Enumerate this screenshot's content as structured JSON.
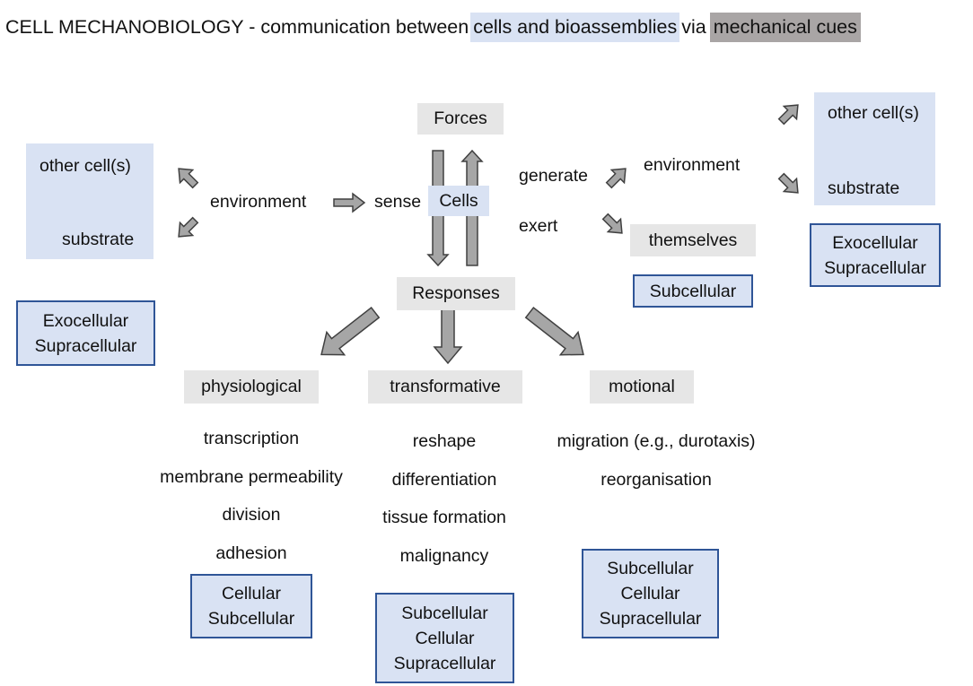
{
  "title": {
    "prefix": "CELL MECHANOBIOLOGY  - communication between",
    "highlight_blue": "cells and bioassemblies",
    "connector": "via",
    "highlight_grey": "mechanical cues"
  },
  "left": {
    "box_lines": [
      "other cell(s)",
      "substrate"
    ],
    "environment": "environment",
    "scale_lines": [
      "Exocellular",
      "Supracellular"
    ]
  },
  "center": {
    "sense": "sense",
    "cells": "Cells",
    "forces": "Forces",
    "responses": "Responses"
  },
  "right": {
    "generate": "generate",
    "exert": "exert",
    "environment": "environment",
    "themselves": "themselves",
    "subcellular": "Subcellular",
    "box_lines": [
      "other cell(s)",
      "substrate"
    ],
    "scale_lines": [
      "Exocellular",
      "Supracellular"
    ]
  },
  "categories": [
    {
      "label": "physiological",
      "items": [
        "transcription",
        "membrane permeability",
        "division",
        "adhesion"
      ],
      "scale_lines": [
        "Cellular",
        "Subcellular"
      ]
    },
    {
      "label": "transformative",
      "items": [
        "reshape",
        "differentiation",
        "tissue formation",
        "malignancy"
      ],
      "scale_lines": [
        "Subcellular",
        "Cellular",
        "Supracellular"
      ]
    },
    {
      "label": "motional",
      "items": [
        "migration (e.g., durotaxis)",
        "reorganisation"
      ],
      "scale_lines": [
        "Subcellular",
        "Cellular",
        "Supracellular"
      ]
    }
  ],
  "colors": {
    "arrow_fill": "#a6a6a6",
    "arrow_stroke": "#404040",
    "label_box": "#e6e6e6",
    "blue_box": "#d9e2f3",
    "outline": "#2f5597",
    "title_grey": "#a9a5a5"
  }
}
